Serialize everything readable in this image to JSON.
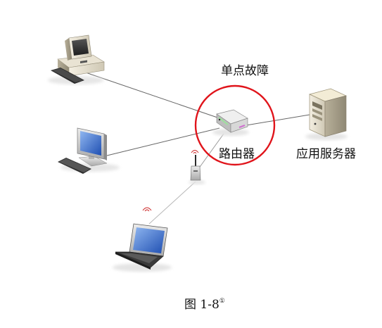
{
  "labels": {
    "single_point_of_failure": "单点故障",
    "router": "路由器",
    "app_server": "应用服务器"
  },
  "caption": {
    "text": "图 1-8",
    "footnote_mark": "①"
  },
  "colors": {
    "highlight_circle": "#e0141b",
    "connection_line": "#666666",
    "wireless_line": "#b8b8b8",
    "router_body": "#d8d8d8",
    "router_led": "#9be39b",
    "router_port": "#d070d0"
  },
  "icons": [
    "desktop-computer-icon",
    "desktop-computer-icon",
    "router-icon",
    "server-icon",
    "wireless-access-point-icon",
    "laptop-icon"
  ]
}
